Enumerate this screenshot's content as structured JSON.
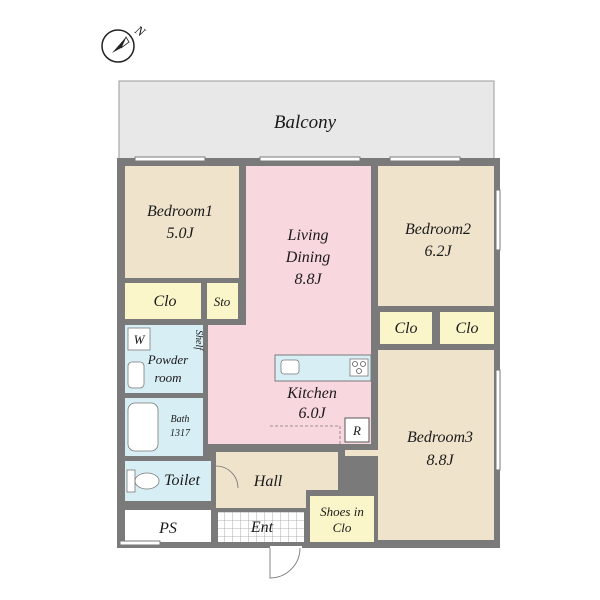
{
  "compass": {
    "label": "N",
    "icon": "north-arrow-icon"
  },
  "colors": {
    "bedroom": "#efe3cc",
    "living": "#f9d7de",
    "wet": "#d7eef4",
    "storage": "#fbf6c9",
    "hall": "#efe3cc",
    "balcony": "#e8e8e8",
    "wall": "#7a7a7a"
  },
  "rooms": {
    "balcony": {
      "name": "Balcony"
    },
    "bedroom1": {
      "name": "Bedroom1",
      "size": "5.0J"
    },
    "living": {
      "name_line1": "Living",
      "name_line2": "Dining",
      "size": "8.8J"
    },
    "bedroom2": {
      "name": "Bedroom2",
      "size": "6.2J"
    },
    "clo1": {
      "name": "Clo"
    },
    "sto": {
      "name": "Sto"
    },
    "clo2": {
      "name": "Clo"
    },
    "clo3": {
      "name": "Clo"
    },
    "powder": {
      "washer": "W",
      "shelf": "Shelf",
      "name_line1": "Powder",
      "name_line2": "room"
    },
    "bath": {
      "name": "Bath",
      "size": "1317"
    },
    "kitchen": {
      "name": "Kitchen",
      "size": "6.0J",
      "fridge": "R"
    },
    "bedroom3": {
      "name": "Bedroom3",
      "size": "8.8J"
    },
    "toilet": {
      "name": "Toilet"
    },
    "hall": {
      "name": "Hall"
    },
    "ps": {
      "name": "PS"
    },
    "entrance": {
      "name": "Ent"
    },
    "shoes": {
      "name_line1": "Shoes in",
      "name_line2": "Clo"
    }
  }
}
